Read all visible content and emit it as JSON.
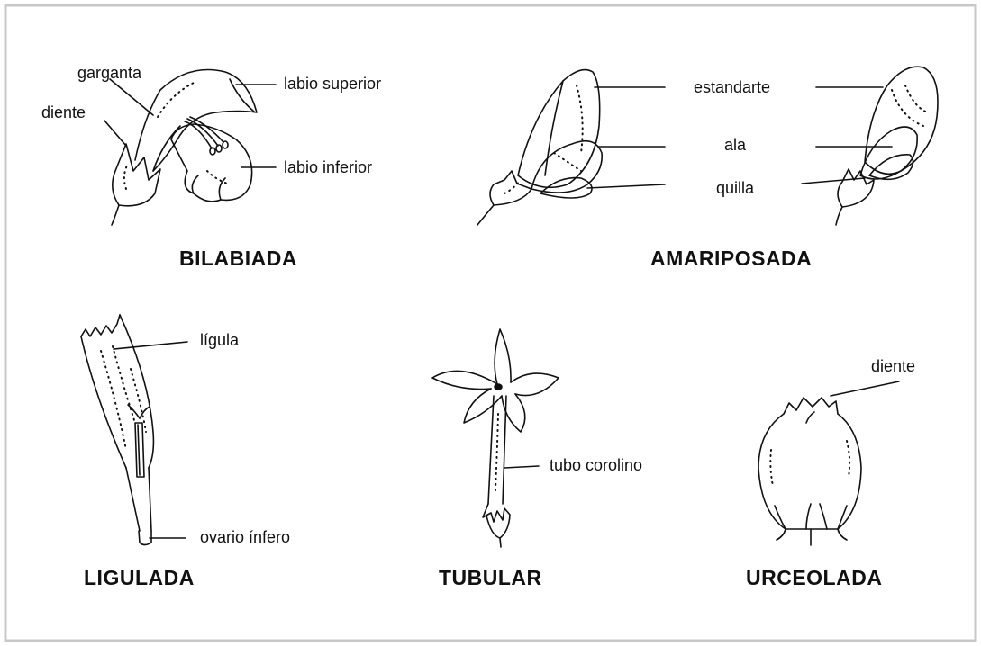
{
  "figures": {
    "bilabiada": {
      "title": "BILABIADA",
      "labels": {
        "garganta": "garganta",
        "diente": "diente",
        "labio_superior": "labio superior",
        "labio_inferior": "labio inferior"
      }
    },
    "amariposada": {
      "title": "AMARIPOSADA",
      "labels": {
        "estandarte": "estandarte",
        "ala": "ala",
        "quilla": "quilla"
      }
    },
    "ligulada": {
      "title": "LIGULADA",
      "labels": {
        "ligula": "lígula",
        "ovario": "ovario ínfero"
      }
    },
    "tubular": {
      "title": "TUBULAR",
      "labels": {
        "tubo": "tubo corolino"
      }
    },
    "urceolada": {
      "title": "URCEOLADA",
      "labels": {
        "diente": "diente"
      }
    }
  },
  "colors": {
    "ink": "#111111",
    "frame": "#c8c8c8",
    "background": "#ffffff"
  }
}
